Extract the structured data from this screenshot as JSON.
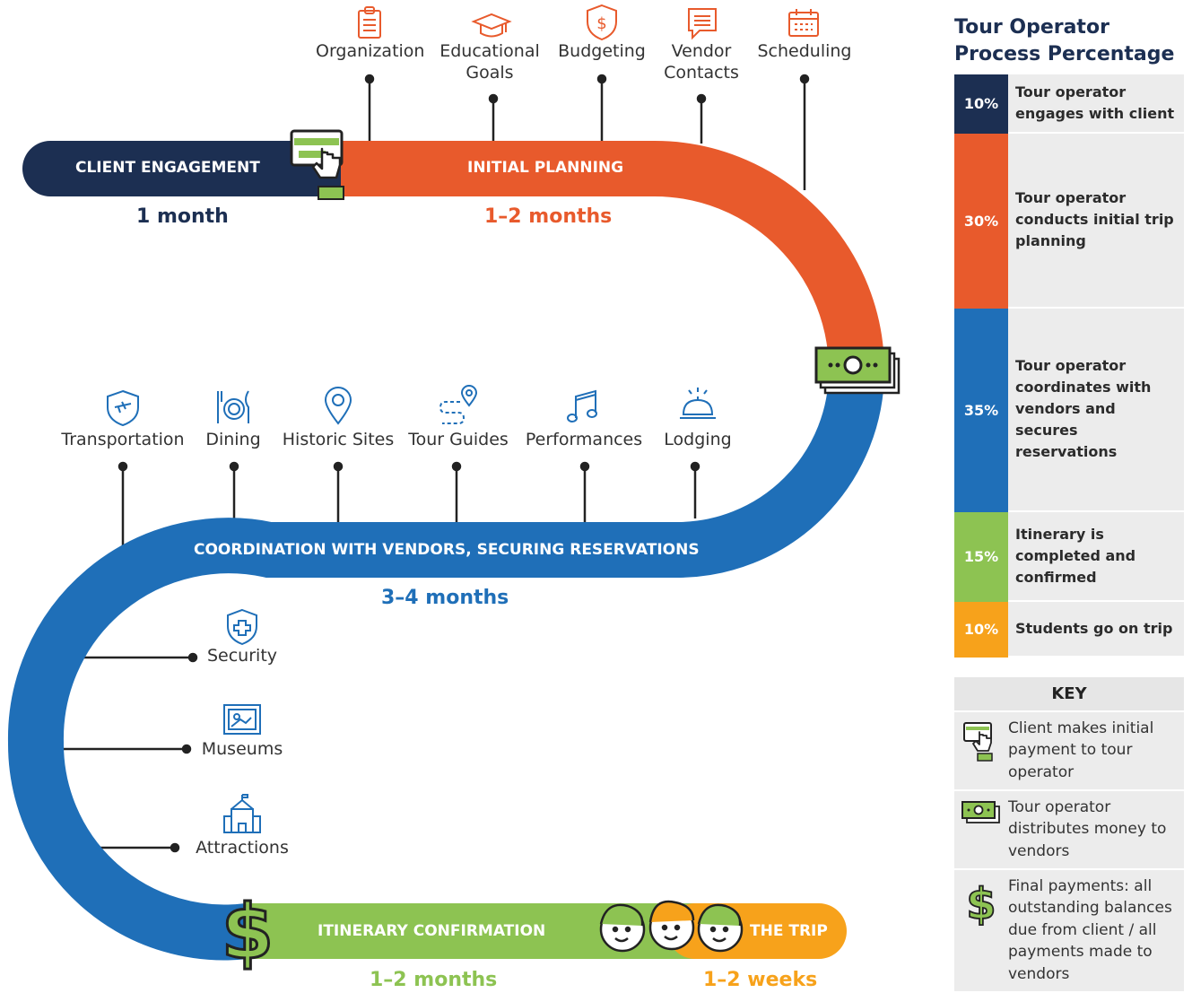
{
  "segments": {
    "client_engagement": {
      "label": "CLIENT ENGAGEMENT",
      "duration": "1 month",
      "color": "#1c2f52"
    },
    "initial_planning": {
      "label": "INITIAL PLANNING",
      "duration": "1–2 months",
      "color": "#e85a2c"
    },
    "coordination": {
      "label": "COORDINATION WITH VENDORS, SECURING RESERVATIONS",
      "duration": "3–4 months",
      "color": "#1f6fb8"
    },
    "itinerary": {
      "label": "ITINERARY CONFIRMATION",
      "duration": "1–2 months",
      "color": "#8dc352"
    },
    "trip": {
      "label": "THE TRIP",
      "duration": "1–2 weeks",
      "color": "#f7a21b"
    }
  },
  "planning_items": [
    {
      "label": "Organization",
      "icon": "clipboard-icon"
    },
    {
      "label": "Educational\nGoals",
      "icon": "graduation-cap-icon"
    },
    {
      "label": "Budgeting",
      "icon": "dollar-shield-icon"
    },
    {
      "label": "Vendor\nContacts",
      "icon": "document-icon"
    },
    {
      "label": "Scheduling",
      "icon": "calendar-icon"
    }
  ],
  "vendor_items": [
    {
      "label": "Transportation",
      "icon": "plane-shield-icon"
    },
    {
      "label": "Dining",
      "icon": "plate-utensils-icon"
    },
    {
      "label": "Historic Sites",
      "icon": "map-pin-icon"
    },
    {
      "label": "Tour Guides",
      "icon": "route-pin-icon"
    },
    {
      "label": "Performances",
      "icon": "music-note-icon"
    },
    {
      "label": "Lodging",
      "icon": "service-bell-icon"
    }
  ],
  "side_items": [
    {
      "label": "Security",
      "icon": "cross-shield-icon"
    },
    {
      "label": "Museums",
      "icon": "framed-picture-icon"
    },
    {
      "label": "Attractions",
      "icon": "castle-icon"
    }
  ],
  "panel": {
    "title_line1": "Tour Operator",
    "title_line2": "Process Percentage",
    "rows": [
      {
        "pct": "10%",
        "text": "Tour operator engages with client",
        "color": "#1c2f52"
      },
      {
        "pct": "30%",
        "text": "Tour operator conducts initial trip planning",
        "color": "#e85a2c"
      },
      {
        "pct": "35%",
        "text": "Tour operator coordinates with vendors and secures reservations",
        "color": "#1f6fb8"
      },
      {
        "pct": "15%",
        "text": "Itinerary is completed and confirmed",
        "color": "#8dc352"
      },
      {
        "pct": "10%",
        "text": "Students go on trip",
        "color": "#f7a21b"
      }
    ],
    "key_title": "KEY",
    "key_items": [
      {
        "text": "Client makes initial payment to tour operator",
        "icon": "card-payment-icon"
      },
      {
        "text": "Tour operator distributes money to vendors",
        "icon": "money-stack-icon"
      },
      {
        "text": "Final payments: all outstanding balances due from client / all payments made to vendors",
        "icon": "dollar-sign-icon"
      }
    ]
  }
}
